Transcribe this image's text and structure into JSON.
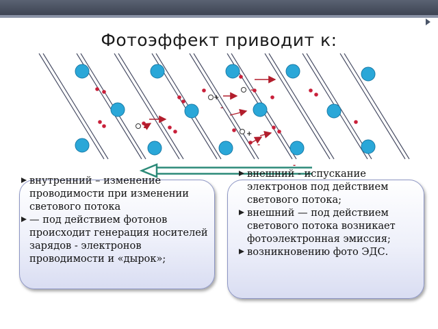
{
  "slide": {
    "title": "Фотоэффект приводит к:"
  },
  "left_box": {
    "items": [
      " внутренний – изменение проводимости при изменении светового потока",
      "—  под действием фотонов происходит генерация носителей зарядов - электронов проводимости и «дырок»;"
    ]
  },
  "right_box": {
    "items": [
      " внешний  - испускание электронов под действием светового потока;",
      " внешний —  под действием светового потока возникает фотоэлектронная эмиссия;",
      "возникновению фото ЭДС."
    ]
  },
  "diagram": {
    "marks": [
      "+",
      "+",
      "-",
      "-",
      "-",
      "-",
      "-"
    ]
  },
  "colors": {
    "atom": "#2aa7d8",
    "electron": "#c9203a",
    "photon_arrow": "#b21d2c",
    "lattice_line": "#4a4f66",
    "big_arrow": "#2c8a78",
    "box_border": "#8c95c4"
  }
}
